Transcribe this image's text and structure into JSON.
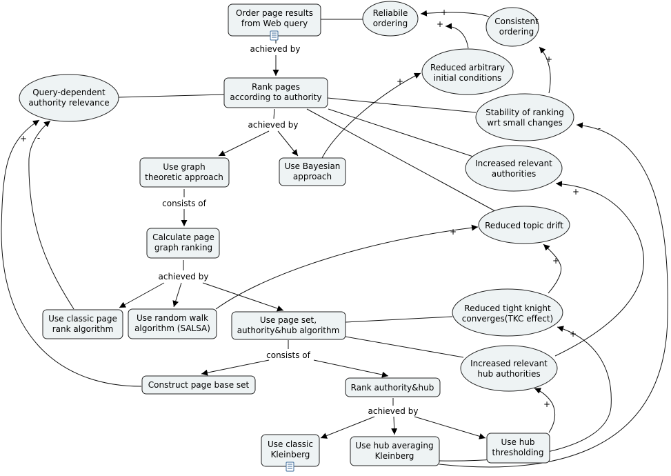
{
  "nodes": {
    "order": [
      "Order page results",
      "from Web query"
    ],
    "reliable": [
      "Reliabile",
      "ordering"
    ],
    "consistent": [
      "Consistent",
      "ordering"
    ],
    "reduced_arbitrary": [
      "Reduced arbitrary",
      "initial conditions"
    ],
    "query_dep": [
      "Query-dependent",
      "authority relevance"
    ],
    "rank_pages": [
      "Rank pages",
      "according to authority"
    ],
    "stability": [
      "Stability of ranking",
      "wrt small changes"
    ],
    "graph_approach": [
      "Use graph",
      "theoretic approach"
    ],
    "bayesian": [
      "Use Bayesian",
      "approach"
    ],
    "incr_rel_auth": [
      "Increased relevant",
      "authorities"
    ],
    "calc_graph": [
      "Calculate page",
      "graph ranking"
    ],
    "topic_drift": [
      "Reduced topic drift"
    ],
    "classic_pagerank": [
      "Use classic page",
      "rank algorithm"
    ],
    "random_walk": [
      "Use random walk",
      "algorithm (SALSA)"
    ],
    "page_set": [
      "Use page set,",
      "authority&hub algorithm"
    ],
    "tkc": [
      "Reduced tight knight",
      "converges(TKC effect)"
    ],
    "incr_hub_auth": [
      "Increased relevant",
      "hub authorities"
    ],
    "construct_base": [
      "Construct page base set"
    ],
    "rank_auth_hub": [
      "Rank authority&hub"
    ],
    "classic_kleinberg": [
      "Use classic",
      "Kleinberg"
    ],
    "hub_avg": [
      "Use hub averaging",
      "Kleinberg"
    ],
    "hub_thresh": [
      "Use hub",
      "thresholding"
    ]
  },
  "link_labels": {
    "achieved_by_1": "achieved by",
    "achieved_by_2": "achieved by",
    "consists_of_1": "consists of",
    "achieved_by_3": "achieved by",
    "consists_of_2": "consists of",
    "achieved_by_4": "achieved by"
  },
  "signs": {
    "plus_rel_1": "+",
    "plus_rel_2": "+",
    "plus_consistent": "+",
    "plus_arbitrary": "+",
    "plus_qd_1": "+",
    "minus_qd_2": "-",
    "minus_stability": "-",
    "plus_incr_rel": "+",
    "plus_drift_1": "+",
    "plus_drift_2": "+",
    "plus_tkc": "+",
    "plus_hub_auth": "+"
  },
  "icons": [
    "document-icon",
    "document-icon"
  ]
}
